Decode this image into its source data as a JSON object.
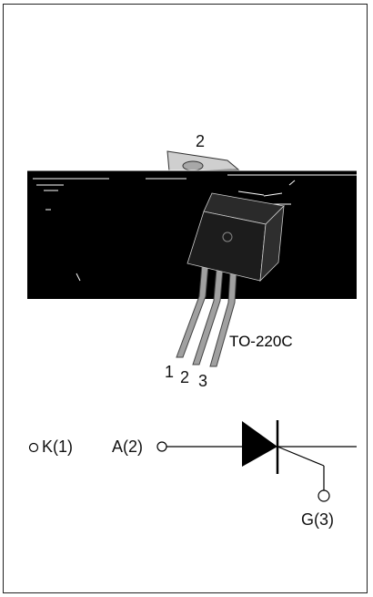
{
  "package": {
    "tab_pin_label": "2",
    "pin_labels": [
      "1",
      "2",
      "3"
    ],
    "package_name": "TO-220C"
  },
  "schematic": {
    "cathode_label": "K(1)",
    "anode_label": "A(2)",
    "gate_label": "G(3)"
  },
  "colors": {
    "background": "#ffffff",
    "body": "#000000",
    "package": "#1b1b1b",
    "tab": "#c9c9c9",
    "leads": "#9a9a9a"
  }
}
